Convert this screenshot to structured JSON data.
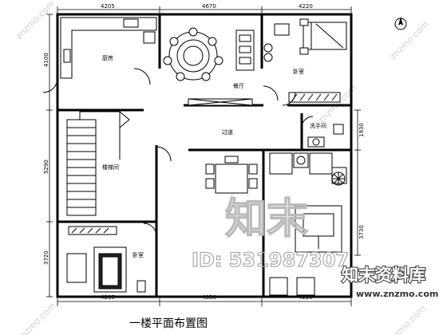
{
  "caption": "一楼平面布置图",
  "rooms": {
    "kitchen": "厨房",
    "dining": "餐厅",
    "bedroom_top": "卧室",
    "corridor": "过道",
    "washroom": "洗手间",
    "stair_hall": "楼梯间",
    "bedroom_bottom": "卧室"
  },
  "dimensions": {
    "top": [
      "4205",
      "4670",
      "4220"
    ],
    "bottom": [
      "4205",
      "4850",
      "4220"
    ],
    "left": [
      "4100",
      "5290",
      "3720"
    ],
    "right": [
      "1930",
      "3730"
    ]
  },
  "watermark": {
    "logo": "知末",
    "id": "ID: 531987307",
    "brand": "知末资料库",
    "url": "www.znzmo.com",
    "diagonal": "znzmo.com"
  }
}
